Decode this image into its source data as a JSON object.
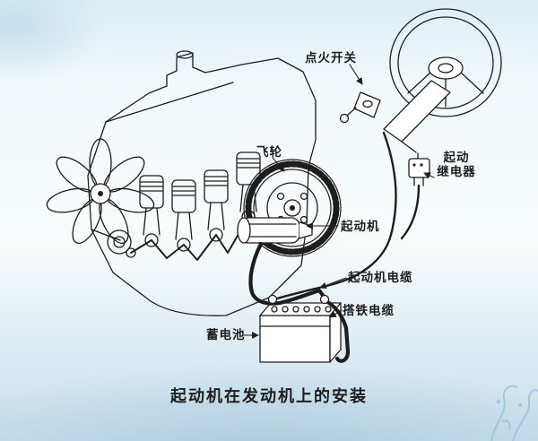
{
  "slide": {
    "caption": "起动机在发动机上的安装"
  },
  "labels": {
    "ignition_switch": "点火开关",
    "flywheel": "飞轮",
    "starter_relay_line1": "起动",
    "starter_relay_line2": "继电器",
    "starter": "起动机",
    "starter_cable": "起动机电缆",
    "ground_cable": "搭铁电缆",
    "battery": "蓄电池"
  },
  "colors": {
    "ink": "#1d1d1d",
    "bg_top": "#ddeef6",
    "bg_mid": "#f8fcfd",
    "bg_bottom": "#c6deec",
    "decor": "#9cc2d8"
  }
}
